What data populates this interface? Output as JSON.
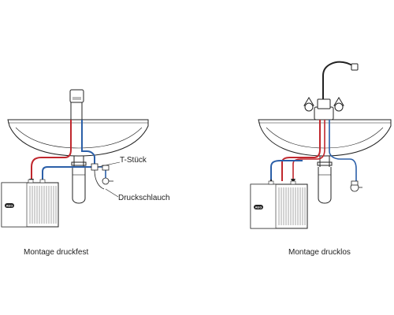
{
  "colors": {
    "outline": "#222222",
    "hot": "#c0272d",
    "cold": "#2b5fa8",
    "unit_fill": "#ffffff"
  },
  "left_diagram": {
    "caption": "Montage druckfest",
    "label_tee": "T-Stück",
    "label_hose": "Druckschlauch",
    "unit_logo": "AEG"
  },
  "right_diagram": {
    "caption": "Montage drucklos",
    "unit_logo": "AEG"
  }
}
